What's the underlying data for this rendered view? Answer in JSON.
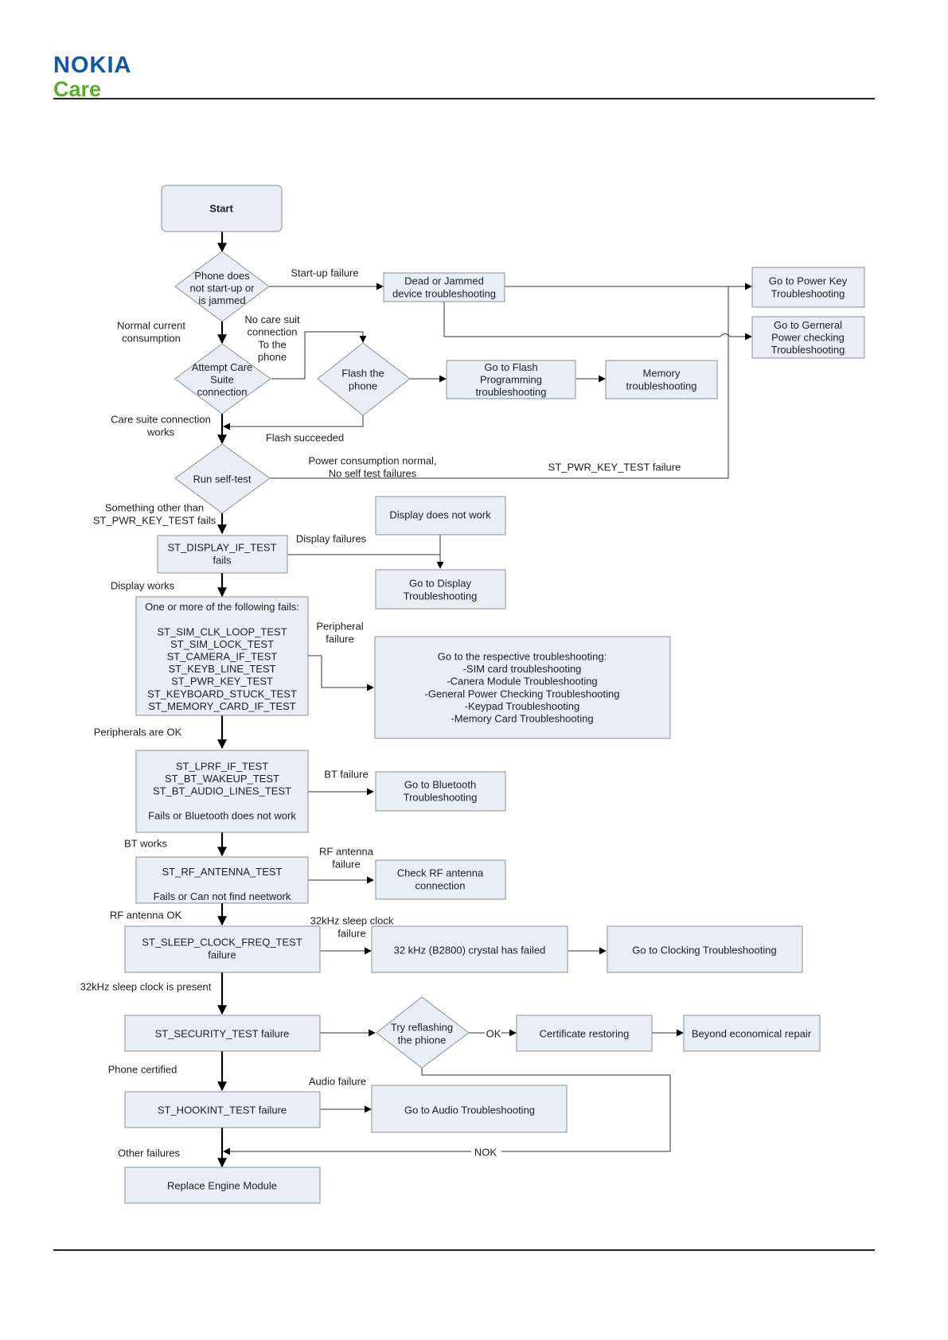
{
  "brand": {
    "name": "NOKIA",
    "sub": "Care"
  },
  "nodes": {
    "start": [
      "Start"
    ],
    "d_startup": [
      "Phone does",
      "not start-up or",
      "is jammed"
    ],
    "dead": [
      "Dead or Jammed",
      "device troubleshooting"
    ],
    "powerkey": [
      "Go to Power Key",
      "Troubleshooting"
    ],
    "powercheck": [
      "Go to Gerneral",
      "Power checking",
      "Troubleshooting"
    ],
    "d_attempt": [
      "Attempt Care",
      "Suite",
      "connection"
    ],
    "d_flash": [
      "Flash the",
      "phone"
    ],
    "flashprog": [
      "Go to Flash",
      "Programming",
      "troubleshooting"
    ],
    "memory": [
      "Memory",
      "troubleshooting"
    ],
    "d_selftest": [
      "Run self-test"
    ],
    "display_not": [
      "Display does not work"
    ],
    "disp_test": [
      "ST_DISPLAY_IF_TEST",
      "fails"
    ],
    "disp_ts": [
      "Go to Display",
      "Troubleshooting"
    ],
    "periph": [
      "One or more of the following fails:",
      "",
      "ST_SIM_CLK_LOOP_TEST",
      "ST_SIM_LOCK_TEST",
      "ST_CAMERA_IF_TEST",
      "ST_KEYB_LINE_TEST",
      "ST_PWR_KEY_TEST",
      "ST_KEYBOARD_STUCK_TEST",
      "ST_MEMORY_CARD_IF_TEST"
    ],
    "respective": [
      "Go to the respective troubleshooting:",
      "-SIM card troubleshooting",
      "-Canera Module Troubleshooting",
      "-General Power Checking Troubleshooting",
      "-Keypad Troubleshooting",
      "-Memory Card Troubleshooting"
    ],
    "bt_tests": [
      "ST_LPRF_IF_TEST",
      "ST_BT_WAKEUP_TEST",
      "ST_BT_AUDIO_LINES_TEST",
      "",
      "Fails or Bluetooth does not work"
    ],
    "bt_ts": [
      "Go to Bluetooth",
      "Troubleshooting"
    ],
    "rf_test": [
      "ST_RF_ANTENNA_TEST",
      "",
      "Fails or Can not find neetwork"
    ],
    "rf_check": [
      "Check RF antenna",
      "connection"
    ],
    "sleep_test": [
      "ST_SLEEP_CLOCK_FREQ_TEST",
      "failure"
    ],
    "crystal": [
      "32 kHz (B2800) crystal has failed"
    ],
    "clocking": [
      "Go to Clocking Troubleshooting"
    ],
    "security": [
      "ST_SECURITY_TEST failure"
    ],
    "d_reflash": [
      "Try reflashing",
      "the phione"
    ],
    "cert": [
      "Certificate restoring"
    ],
    "beyond": [
      "Beyond economical repair"
    ],
    "hookint": [
      "ST_HOOKINT_TEST failure"
    ],
    "audio": [
      "Go to Audio Troubleshooting"
    ],
    "replace": [
      "Replace Engine Module"
    ]
  },
  "labels": {
    "startup_failure": [
      "Start-up failure"
    ],
    "normal_current": [
      "Normal current",
      "consumption"
    ],
    "no_care": [
      "No care suit",
      "connection",
      "To the",
      "phone"
    ],
    "care_works": [
      "Care suite connection",
      "works"
    ],
    "flash_succeeded": [
      "Flash succeeded"
    ],
    "power_normal": [
      "Power consumption normal,",
      "No self test failures"
    ],
    "pwr_key_failure": [
      "ST_PWR_KEY_TEST failure"
    ],
    "something_other": [
      "Something other than",
      "ST_PWR_KEY_TEST fails"
    ],
    "display_failures": [
      "Display failures"
    ],
    "display_works": [
      "Display works"
    ],
    "peripheral_failure": [
      "Peripheral",
      "failure"
    ],
    "peripherals_ok": [
      "Peripherals are OK"
    ],
    "bt_failure": [
      "BT failure"
    ],
    "bt_works": [
      "BT works"
    ],
    "rf_failure": [
      "RF antenna",
      "failure"
    ],
    "rf_ok": [
      "RF antenna OK"
    ],
    "sleep_failure": [
      "32kHz sleep clock",
      "failure"
    ],
    "sleep_present": [
      "32kHz sleep clock is present"
    ],
    "ok": [
      "OK"
    ],
    "phone_certified": [
      "Phone certified"
    ],
    "audio_failure": [
      "Audio failure"
    ],
    "other_failures": [
      "Other failures"
    ],
    "nok": [
      "NOK"
    ]
  }
}
